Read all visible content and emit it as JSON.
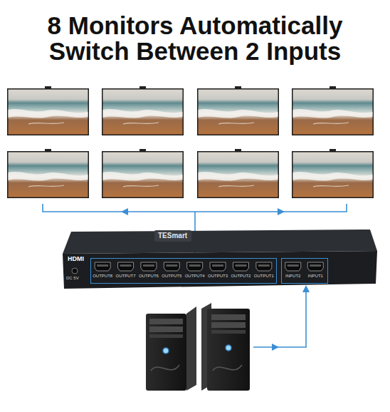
{
  "diagram": {
    "title": "8 Monitors Automatically Switch Between 2 Inputs",
    "nodes": [
      {
        "text": [
          "TESmart",
          "HDMI",
          "DC 5V"
        ]
      },
      {
        "text": [
          "OUTPUT8",
          "OUTPUT7",
          "OUTPUT6",
          "OUTPUT5",
          "OUTPUT4",
          "OUTPUT3",
          "OUTPUT2",
          "OUTPUT1"
        ],
        "in": 0
      },
      {
        "text": [
          "INPUT2",
          "INPUT1"
        ],
        "in": 0
      }
    ]
  }
}
